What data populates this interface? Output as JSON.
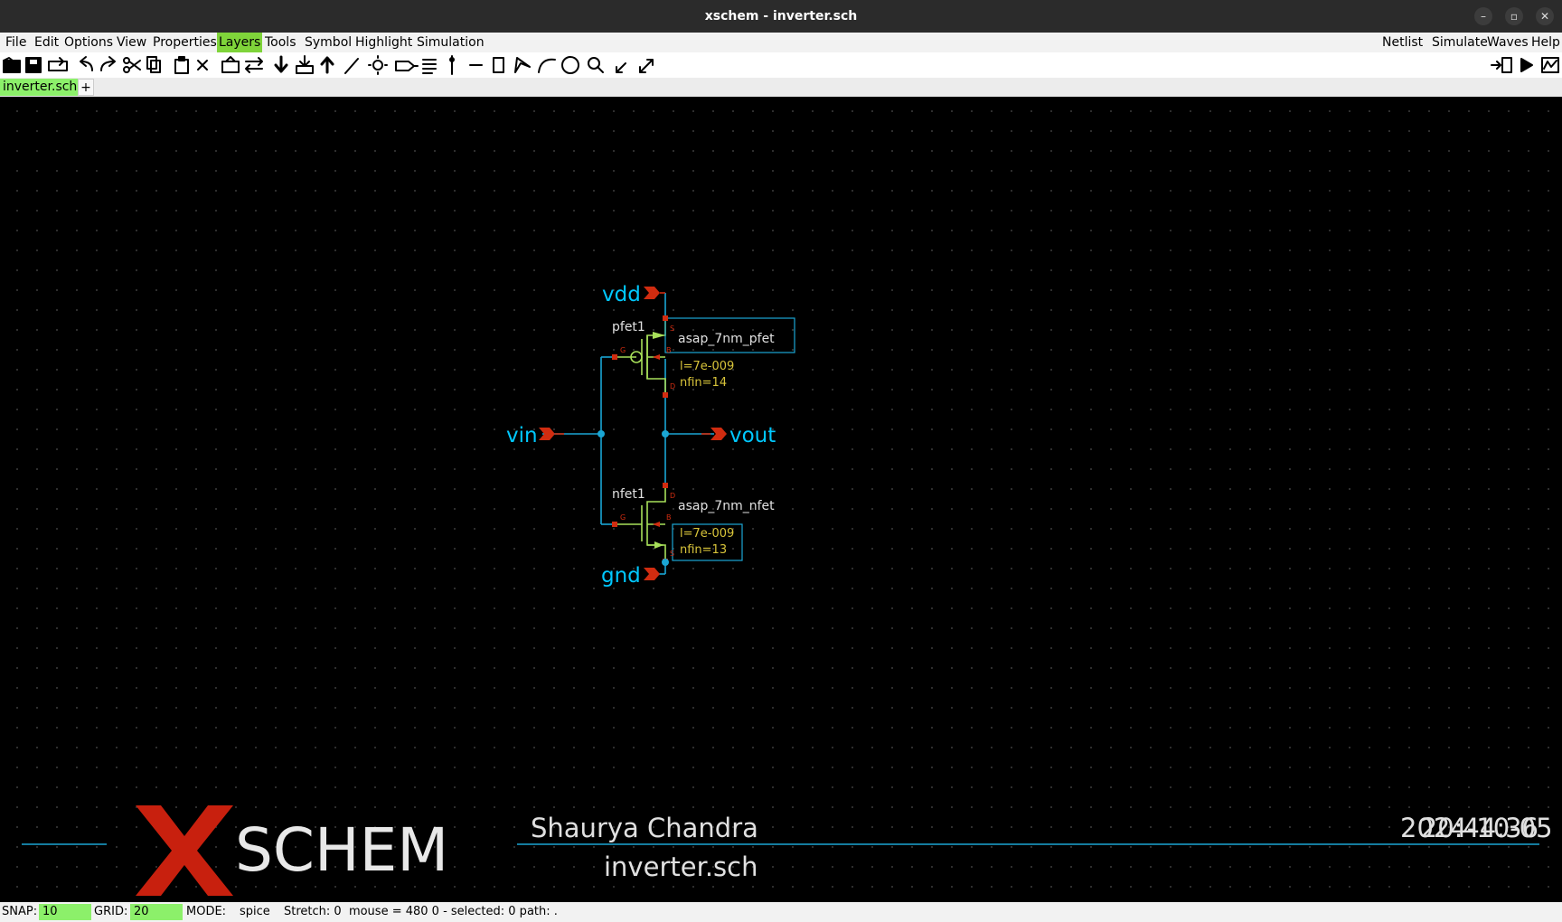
{
  "window": {
    "title": "xschem - inverter.sch"
  },
  "menu_left": [
    "File",
    "Edit",
    "Options",
    "View",
    "Properties",
    "Layers",
    "Tools",
    "Symbol",
    "Highlight",
    "Simulation"
  ],
  "menu_right": [
    "Netlist",
    "Simulate",
    "Waves",
    "Help"
  ],
  "active_menu": "Layers",
  "tabs": {
    "active": "inverter.sch",
    "add": "+"
  },
  "schematic": {
    "pins": {
      "vdd": "vdd",
      "vin": "vin",
      "vout": "vout",
      "gnd": "gnd"
    },
    "pfet": {
      "name": "pfet1",
      "model": "asap_7nm_pfet",
      "l": "l=7e-009",
      "nfin": "nfin=14"
    },
    "nfet": {
      "name": "nfet1",
      "model": "asap_7nm_nfet",
      "l": "l=7e-009",
      "nfin": "nfin=13"
    },
    "terminals": {
      "g": "G",
      "s": "S",
      "b": "B",
      "d": "D"
    }
  },
  "title_block": {
    "logo_suffix": "SCHEM",
    "author": "Shaurya Chandra",
    "date": "2024-10-05",
    "time": "20:44:36",
    "file": "inverter.sch"
  },
  "status": {
    "snap_label": "SNAP:",
    "snap_value": "10",
    "grid_label": "GRID:",
    "grid_value": "20",
    "mode_label": "MODE:",
    "mode_value": "spice",
    "info": "Stretch: 0  mouse = 480 0 - selected: 0 path: ."
  },
  "colors": {
    "wire": "#1aa6d4",
    "label": "#00c8ff",
    "pin": "#d02c10",
    "symbol": "#a8e05a",
    "param": "#d8c43a",
    "accent": "#8cf06a"
  }
}
